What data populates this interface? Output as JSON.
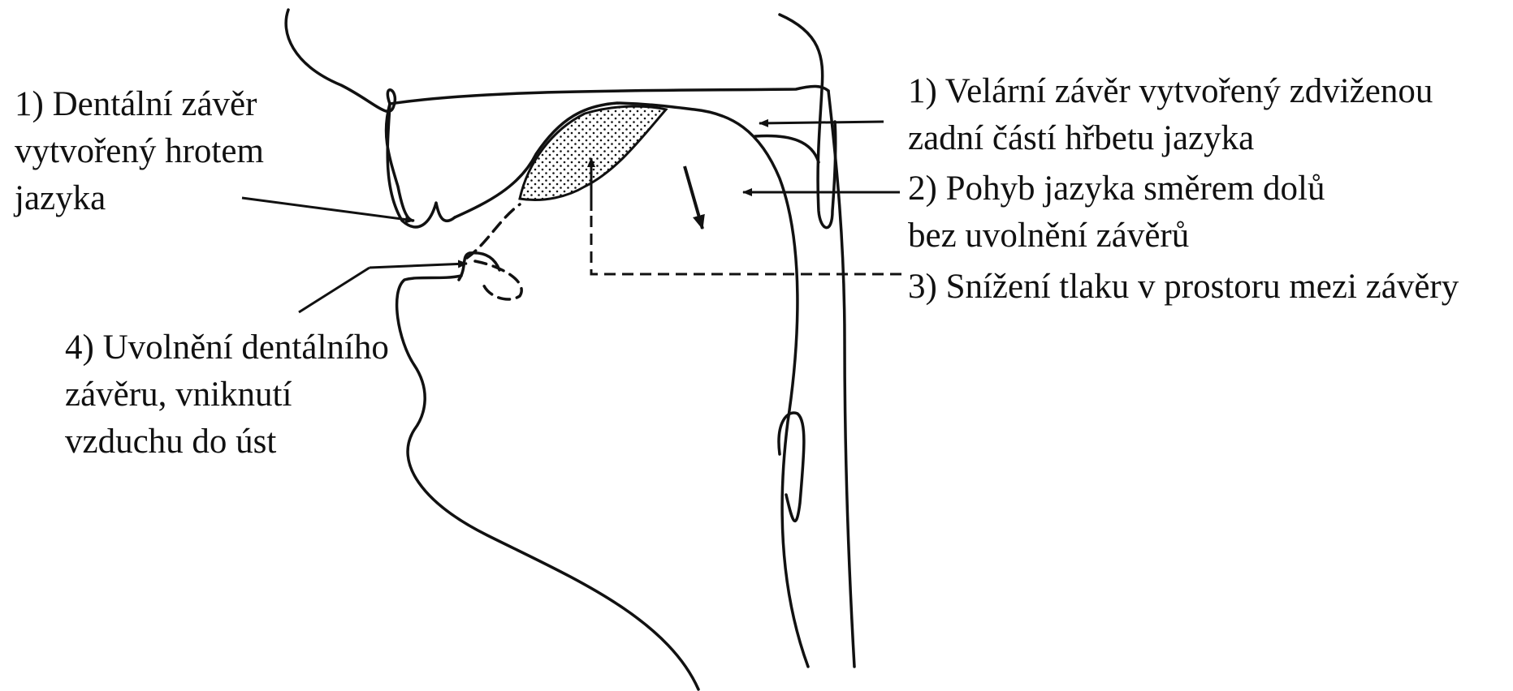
{
  "diagram": {
    "labels": {
      "dental": {
        "lines": [
          "1) Dentální závěr",
          "vytvořený hrotem",
          "jazyka"
        ]
      },
      "release": {
        "lines": [
          "4) Uvolnění dentálního",
          "závěru, vniknutí",
          "vzduchu do úst"
        ]
      },
      "velar": {
        "lines": [
          "1) Velární závěr vytvořený zdviženou",
          "zadní částí hřbetu jazyka"
        ]
      },
      "movement": {
        "lines": [
          "2) Pohyb jazyka směrem dolů",
          "bez uvolnění závěrů"
        ]
      },
      "pressure": {
        "lines": [
          "3) Snížení tlaku v prostoru mezi závěry"
        ]
      }
    },
    "colors": {
      "ink": "#111111",
      "background": "#ffffff"
    }
  }
}
